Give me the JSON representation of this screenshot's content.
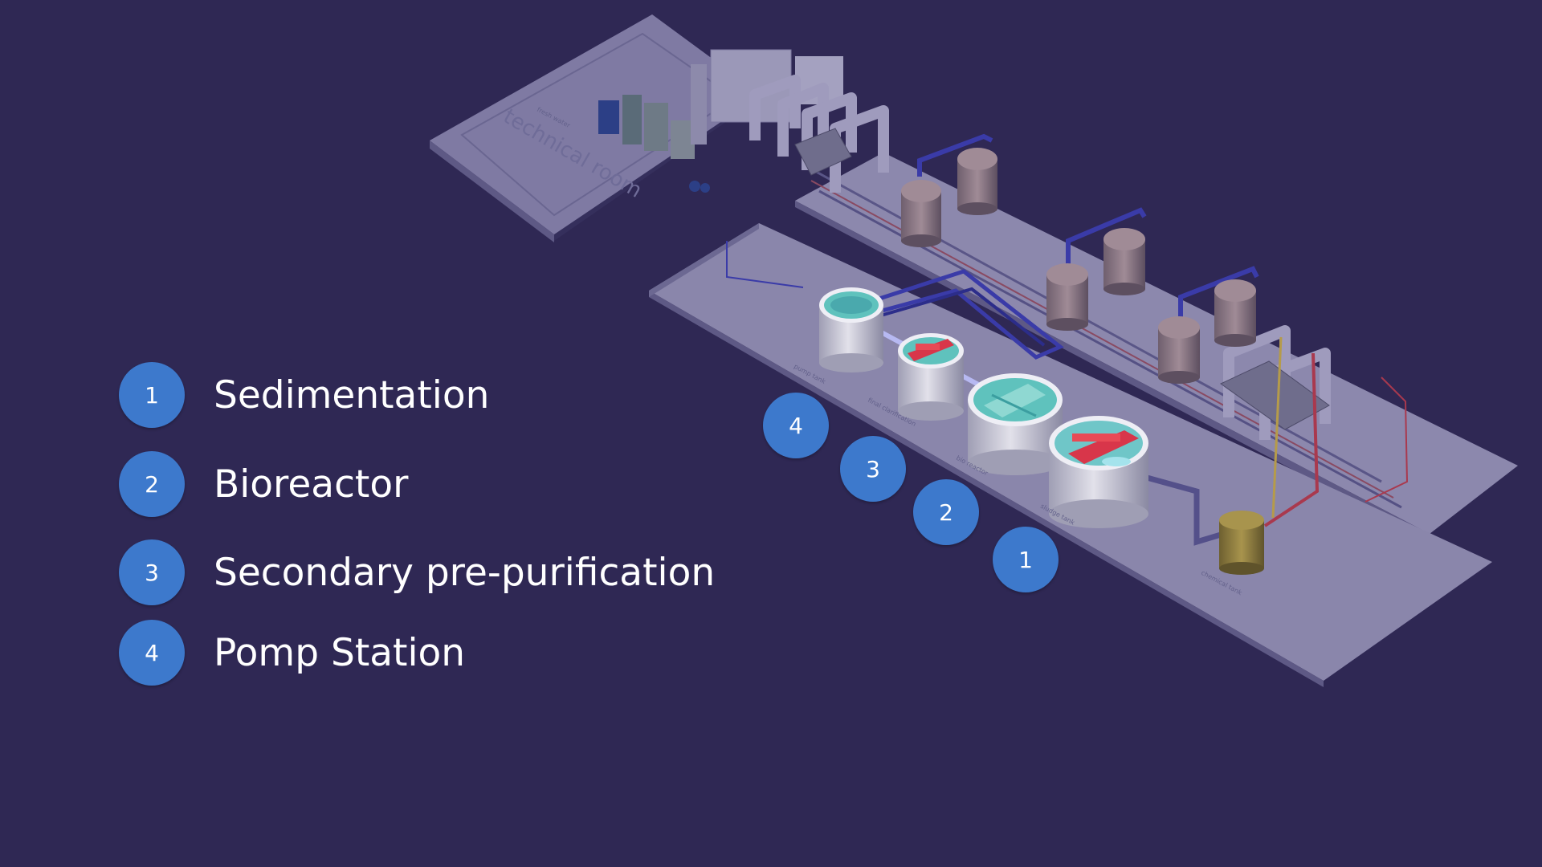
{
  "legend": {
    "items": [
      {
        "number": "1",
        "label": "Sedimentation"
      },
      {
        "number": "2",
        "label": "Bioreactor"
      },
      {
        "number": "3",
        "label": "Secondary pre-purification"
      },
      {
        "number": "4",
        "label": "Pomp Station"
      }
    ]
  },
  "diagram": {
    "room_label": "technical room",
    "markers": [
      "4",
      "3",
      "2",
      "1"
    ],
    "small_labels": [
      "pump tank",
      "final clarification",
      "bio reactor",
      "sludge tank",
      "chemical tank",
      "fresh water"
    ]
  },
  "colors": {
    "background": "#2f2854",
    "badge": "#3d79cc",
    "slab": "#8782ab",
    "tank_shell": "#c9c8d6",
    "water": "#5fc2bd",
    "sludge_scraper": "#d8364a",
    "pipe": "#3a3ba8",
    "chem_tank": "#8f7a3a"
  }
}
